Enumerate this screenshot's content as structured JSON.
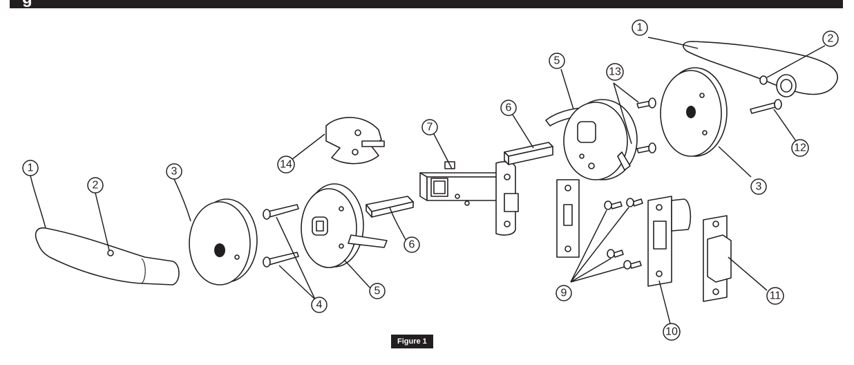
{
  "header": {
    "title_fragment": "g"
  },
  "figure_label": "Figure 1",
  "callouts": [
    "1",
    "2",
    "3",
    "4",
    "5",
    "6",
    "7",
    "6",
    "5",
    "14",
    "13",
    "1",
    "2",
    "3",
    "12",
    "9",
    "10",
    "11"
  ],
  "colors": {
    "ink": "#231f20",
    "paper": "#ffffff"
  }
}
